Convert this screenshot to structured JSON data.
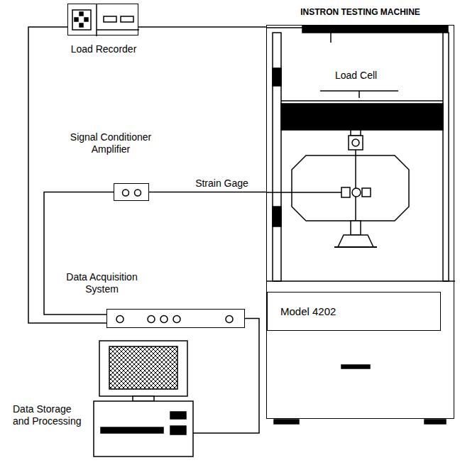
{
  "diagram": {
    "nodes": [
      {
        "text": [
          "INSTRON TESTING MACHINE"
        ]
      },
      {
        "text": [
          "Model 4202"
        ],
        "in": 0
      },
      {
        "text": [
          "Load Recorder"
        ]
      },
      {
        "text": [
          "Signal Conditioner Amplifier"
        ]
      },
      {
        "text": [
          "Data Acquisition System"
        ]
      },
      {
        "text": [
          "Data Storage and Processing"
        ]
      }
    ],
    "edges": [
      {
        "from": 2,
        "to": 0,
        "arrow": "none"
      },
      {
        "from": 2,
        "to": 4,
        "arrow": "none"
      },
      {
        "from": 3,
        "to": 0,
        "label": "Strain Gage",
        "arrow": "none"
      },
      {
        "from": 3,
        "to": 4,
        "arrow": "none"
      },
      {
        "from": 4,
        "to": 5,
        "arrow": "none"
      }
    ],
    "labels": [
      "Load Cell"
    ]
  }
}
